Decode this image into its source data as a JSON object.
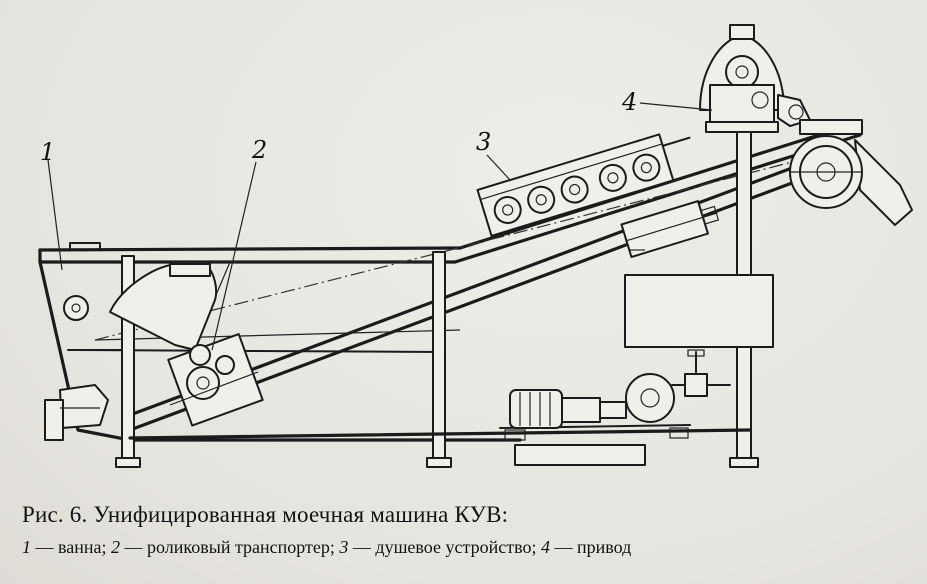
{
  "figure": {
    "callouts": [
      "1",
      "2",
      "3",
      "4"
    ],
    "caption_title": "Рис. 6. Унифицированная моечная машина КУВ:",
    "legend": [
      {
        "num": "1",
        "sep": " — ",
        "text": "ванна;"
      },
      {
        "num": "2",
        "sep": " — ",
        "text": "роликовый транспортер;"
      },
      {
        "num": "3",
        "sep": " — ",
        "text": "душевое устройство;"
      },
      {
        "num": "4",
        "sep": " — ",
        "text": "привод"
      }
    ]
  }
}
